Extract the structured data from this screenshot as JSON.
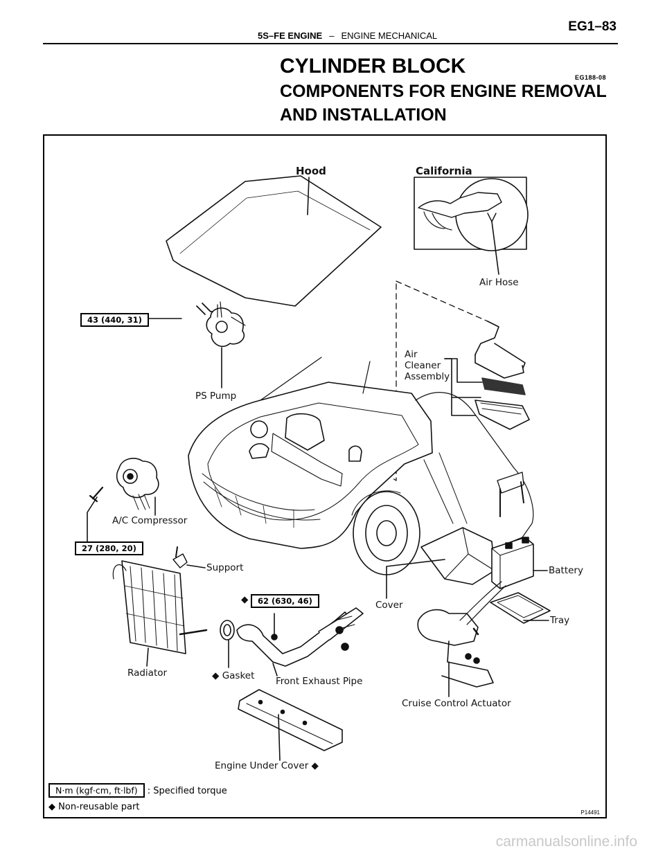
{
  "header": {
    "section": "5S–FE ENGINE",
    "separator": "–",
    "subsection": "ENGINE MECHANICAL",
    "page": "EG1–83"
  },
  "title": "CYLINDER BLOCK",
  "subtitle_line1": "COMPONENTS FOR ENGINE REMOVAL",
  "subtitle_line2": "AND INSTALLATION",
  "doc_code": "EG188-08",
  "figure": {
    "labels": {
      "hood": "Hood",
      "california": "California",
      "air_hose": "Air Hose",
      "air_cleaner_1": "Air",
      "air_cleaner_2": "Cleaner",
      "air_cleaner_3": "Assembly",
      "ps_pump": "PS Pump",
      "ac_compressor": "A/C Compressor",
      "support": "Support",
      "radiator": "Radiator",
      "gasket": "Gasket",
      "front_exhaust_pipe": "Front Exhaust Pipe",
      "cover": "Cover",
      "battery": "Battery",
      "tray": "Tray",
      "cruise_control_actuator": "Cruise Control Actuator",
      "engine_under_cover": "Engine Under Cover"
    },
    "torques": {
      "ps_pump_bolt": "43 (440, 31)",
      "ac_bolt": "27 (280, 20)",
      "exhaust_nut": "62 (630, 46)"
    },
    "legend": {
      "unit_box": "N·m (kgf·cm, ft·lbf)",
      "specified_torque": ": Specified torque",
      "non_reusable": "Non-reusable part"
    },
    "symbol": "◆",
    "figure_code": "P14491"
  },
  "watermark": "carmanualsonline.info"
}
